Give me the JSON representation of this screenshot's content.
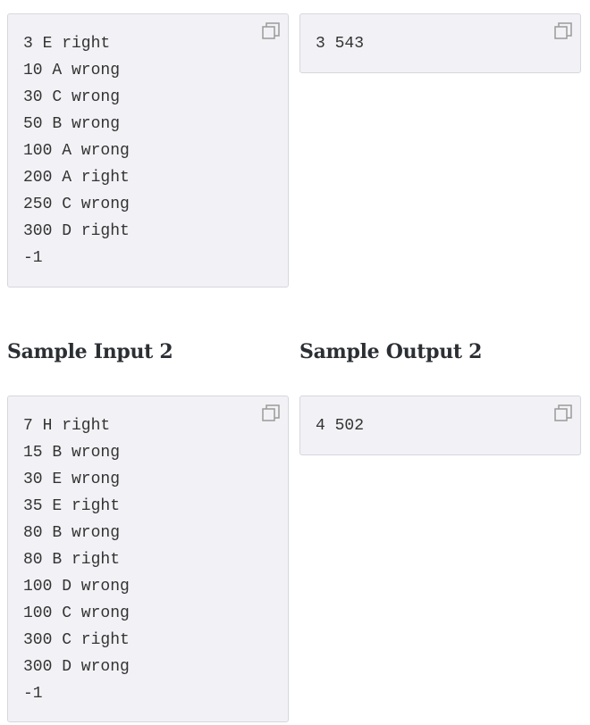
{
  "sample1": {
    "input_lines": [
      "3 E right",
      "10 A wrong",
      "30 C wrong",
      "50 B wrong",
      "100 A wrong",
      "200 A right",
      "250 C wrong",
      "300 D right",
      "-1"
    ],
    "output_lines": [
      "3 543"
    ]
  },
  "sample2": {
    "input_heading": "Sample Input 2",
    "output_heading": "Sample Output 2",
    "input_lines": [
      "7 H right",
      "15 B wrong",
      "30 E wrong",
      "35 E right",
      "80 B wrong",
      "80 B right",
      "100 D wrong",
      "100 C wrong",
      "300 C right",
      "300 D wrong",
      "-1"
    ],
    "output_lines": [
      "4 502"
    ]
  },
  "icons": {
    "copy": "copy-icon"
  },
  "colors": {
    "code_bg": "#f2f2f6",
    "code_border": "#d6d6de",
    "icon": "#9a9a9a"
  }
}
